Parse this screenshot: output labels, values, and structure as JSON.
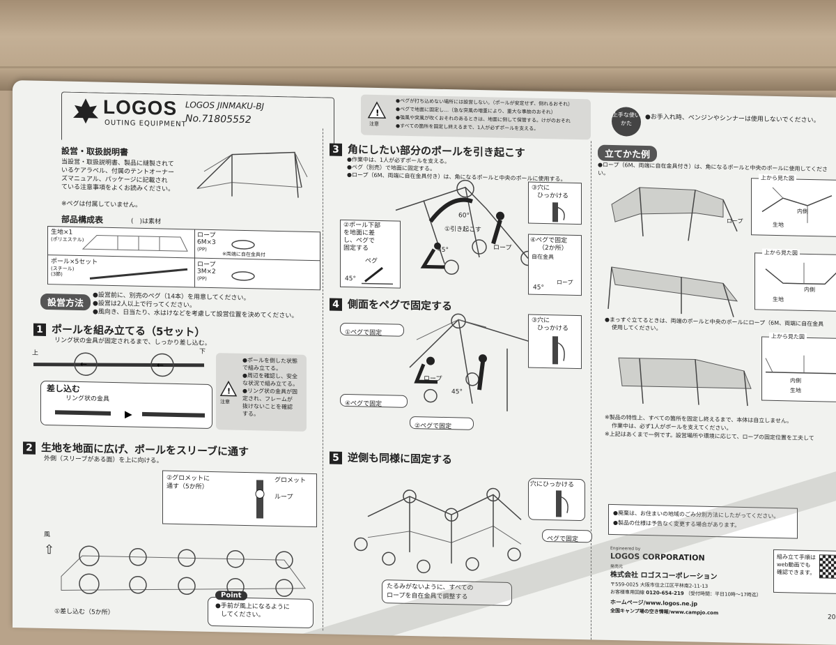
{
  "brand": {
    "logo": "LOGOS",
    "tagline": "OUTING EQUIPMENT",
    "product": "LOGOS JINMAKU-BJ",
    "number": "No.71805552"
  },
  "intro": {
    "heading": "設営・取扱説明書",
    "text": [
      "当設営・取扱説明書、製品に縫製されて",
      "いるケアラベル、付属のテントオーナー",
      "ズマニュアル、パッケージに記載され",
      "ている注意事項をよくお読みください。"
    ],
    "note": "※ペグは付属していません。"
  },
  "parts": {
    "heading": "部品構成表",
    "material_note": "(　)は素材",
    "fabric": "生地×1",
    "fabric_mat": "(ポリエステル)",
    "rope1": "ロープ",
    "rope1_size": "6M×3",
    "rope1_mat": "(PP)",
    "rope1_note": "※両端に自在金具付",
    "pole": "ポール×5セット",
    "pole_mat": "(スチール)",
    "pole_mat2": "(3節)",
    "rope2": "ロープ",
    "rope2_size": "3M×2",
    "rope2_mat": "(PP)"
  },
  "prep": [
    "設営前に、別売のペグ（14本）を用意してください。",
    "設営は2人以上で行ってください。",
    "風向き、日当たり、水はけなどを考慮して設営位置を決めてください。"
  ],
  "method": "設営方法",
  "step1": {
    "n": "1",
    "title": "ポールを組み立てる（5セット）",
    "desc": "リング状の金具が固定されるまで、しっかり差し込む。",
    "top": "上",
    "bottom": "下",
    "insert": "差し込む",
    "ring": "リング状の金具",
    "caution_label": "注意",
    "caution": [
      "ポールを倒した状態",
      "で組み立てる。",
      "周辺を確認し、安全",
      "な状況で組み立てる。",
      "リング状の金具が固",
      "定され、フレームが",
      "抜けないことを確認",
      "する。"
    ]
  },
  "step2": {
    "n": "2",
    "title": "生地を地面に広げ、ポールをスリーブに通す",
    "desc": "外側（スリーブがある面）を上に向ける。",
    "grommet_call": "②グロメットに",
    "grommet_call2": "通す（5か所）",
    "grommet": "グロメット",
    "loop": "ループ",
    "wind": "風",
    "insert5": "①差し込む（5か所）",
    "point": "Point",
    "point_text": [
      "手前が風上になるように",
      "してください。"
    ]
  },
  "step3": {
    "n": "3",
    "title": "角にしたい部分のポールを引き起こす",
    "notes": [
      "作業中は、1人が必ずポールを支える。",
      "ペグ（別売）で地面に固定する。",
      "ロープ（6M、両端に自在金具付き）は、角になるポールと中央のポールに使用する。"
    ],
    "pole_bottom": [
      "②ポール下部",
      "を地面に差",
      "し、ペグで",
      "固定する"
    ],
    "peg": "ペグ",
    "raise": "①引き起こす",
    "hook": "③穴に",
    "hook2": "ひっかける",
    "peg_fix": "④ペグで固定",
    "peg_fix2": "（2か所）",
    "adjuster": "自在金具",
    "rope": "ロープ",
    "a45": "45°",
    "a60": "60°"
  },
  "step4": {
    "n": "4",
    "title": "側面をペグで固定する",
    "peg1": "①ペグで固定",
    "peg2": "②ペグで固定",
    "peg4": "④ペグで固定",
    "hook": "③穴に",
    "hook2": "ひっかける",
    "rope": "ロープ",
    "a45": "45°"
  },
  "step5": {
    "n": "5",
    "title": "逆側も同様に固定する",
    "hook": "穴にひっかける",
    "peg": "ペグで固定",
    "note": [
      "たるみがないように、すべての",
      "ロープを自在金具で調整する"
    ]
  },
  "caution_top": {
    "label": "注意",
    "lines": [
      "ペグが打ち込めない場所には設営しない。（ポールが安定せず、倒れるおそれ）",
      "ペグで地面に固定し…（急な突風の増重により、重大な事故のおそれ）",
      "強風や突風が吹くおそれのあるときは、地面に倒して保管する。けがのおそれ",
      "すべての箇所を固定し終えるまで、1人が必ずポールを支える。"
    ]
  },
  "tips": {
    "label": "上手な使いかた",
    "text": "●お手入れ時、ベンジンやシンナーは使用しないでください。"
  },
  "examples": {
    "heading": "立てかた例",
    "rope_note": "●ロープ（6M、両端に自在金具付き）は、角になるポールと中央のポールに使用してください。",
    "top_view": "上から見た図",
    "inside": "内側",
    "fabric": "生地",
    "rope": "ロープ",
    "straight_note": [
      "●まっすぐ立てるときは、両端のポールと中央のポールにロープ（6M、両端に自在金具",
      "使用してください。"
    ],
    "remarks": [
      "※製品の特性上、すべての箇所を固定し終えるまで、本体は自立しません。",
      "作業中は、必ず1人がポールを支えてください。",
      "※上記はあくまで一例です。設営場所や環境に応じて、ロープの固定位置を工夫して"
    ]
  },
  "disposal": [
    "●廃棄は、お住まいの地域のごみ分別方法にしたがってください。",
    "●製品の仕様は予告なく変更する場合があります。"
  ],
  "company": {
    "engineered": "Engineered by",
    "name": "LOGOS CORPORATION",
    "sales": "発売元",
    "jp": "株式会社 ロゴスコーポレーション",
    "addr": "〒559-0025 大阪市住之江区平林南2-11-13",
    "tel_label": "お客様専用回線",
    "tel": "0120-654-219",
    "hours": "（受付時間：平日10時〜17時迄）",
    "web": "ホームページ/www.logos.ne.jp",
    "camp": "全国キャンプ場の空き情報/www.campjo.com",
    "video": [
      "組み立て手順は",
      "web動画でも",
      "確認できます。"
    ],
    "year": "20"
  }
}
